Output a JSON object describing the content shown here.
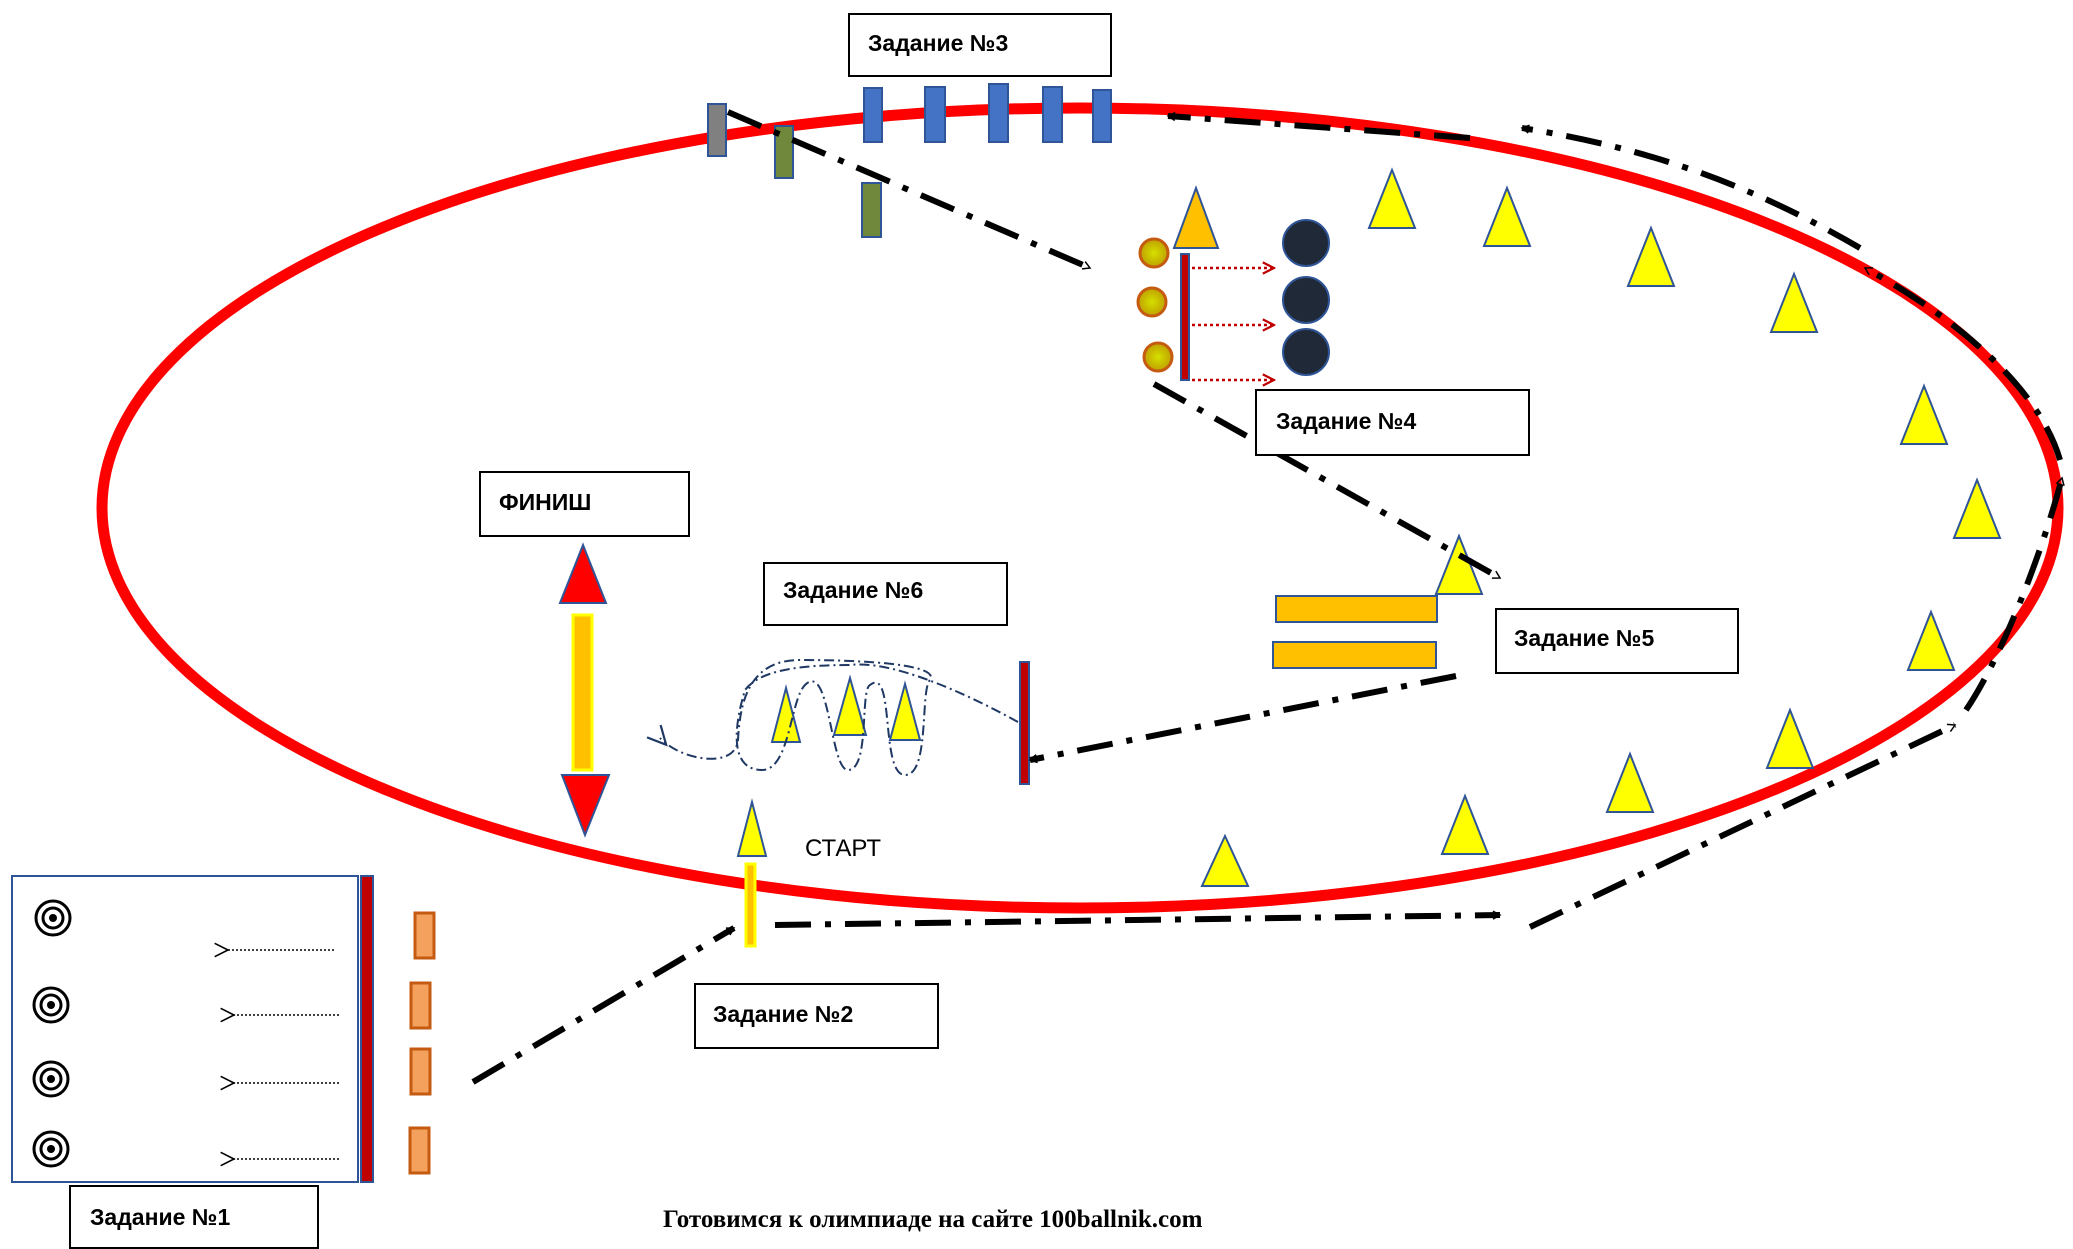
{
  "labels": {
    "task1": "Задание №1",
    "task2": "Задание №2",
    "task3": "Задание №3",
    "task4": "Задание №4",
    "task5": "Задание №5",
    "task6": "Задание №6",
    "finish": "ФИНИШ",
    "start": "СТАРТ"
  },
  "footer": "Готовимся к олимпиаде на сайте 100ballnik.com",
  "colors": {
    "track": "#ff0000",
    "cone": "#ffff00",
    "cone_outline": "#2f5597",
    "hurdle_blue": "#4472c4",
    "hurdle_green": "#70883c",
    "hurdle_grey": "#808080",
    "orange_mark": "#f4a15d",
    "bar_yellow": "#ffc000",
    "ball_dark": "#1f2937",
    "finish_red": "#ff0000"
  },
  "icons": [
    "target-icon",
    "cone-icon",
    "ball-icon",
    "hurdle-icon",
    "arrow-icon"
  ]
}
